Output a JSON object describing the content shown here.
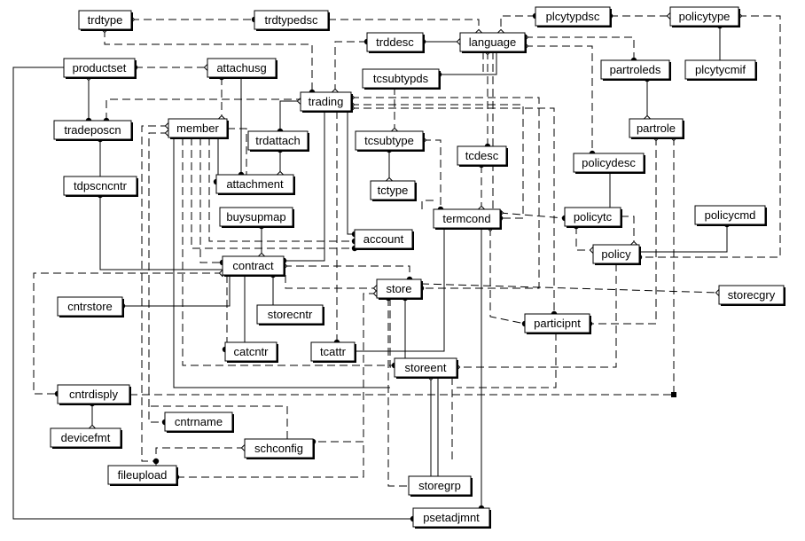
{
  "diagram": {
    "type": "entity-relationship",
    "entities": [
      {
        "id": "trdtype",
        "label": "trdtype"
      },
      {
        "id": "trdtypedsc",
        "label": "trdtypedsc"
      },
      {
        "id": "plcytypdsc",
        "label": "plcytypdsc"
      },
      {
        "id": "policytype",
        "label": "policytype"
      },
      {
        "id": "trddesc",
        "label": "trddesc"
      },
      {
        "id": "language",
        "label": "language"
      },
      {
        "id": "productset",
        "label": "productset"
      },
      {
        "id": "attachusg",
        "label": "attachusg"
      },
      {
        "id": "partroleds",
        "label": "partroleds"
      },
      {
        "id": "plcytycmif",
        "label": "plcytycmif"
      },
      {
        "id": "tcsubtypds",
        "label": "tcsubtypds"
      },
      {
        "id": "trading",
        "label": "trading"
      },
      {
        "id": "tradeposcn",
        "label": "tradeposcn"
      },
      {
        "id": "member",
        "label": "member"
      },
      {
        "id": "partrole",
        "label": "partrole"
      },
      {
        "id": "trdattach",
        "label": "trdattach"
      },
      {
        "id": "tcsubtype",
        "label": "tcsubtype"
      },
      {
        "id": "tcdesc",
        "label": "tcdesc"
      },
      {
        "id": "policydesc",
        "label": "policydesc"
      },
      {
        "id": "tdpscncntr",
        "label": "tdpscncntr"
      },
      {
        "id": "attachment",
        "label": "attachment"
      },
      {
        "id": "tctype",
        "label": "tctype"
      },
      {
        "id": "buysupmap",
        "label": "buysupmap"
      },
      {
        "id": "termcond",
        "label": "termcond"
      },
      {
        "id": "policytc",
        "label": "policytc"
      },
      {
        "id": "policycmd",
        "label": "policycmd"
      },
      {
        "id": "account",
        "label": "account"
      },
      {
        "id": "policy",
        "label": "policy"
      },
      {
        "id": "contract",
        "label": "contract"
      },
      {
        "id": "store",
        "label": "store"
      },
      {
        "id": "storecgry",
        "label": "storecgry"
      },
      {
        "id": "cntrstore",
        "label": "cntrstore"
      },
      {
        "id": "storecntr",
        "label": "storecntr"
      },
      {
        "id": "participnt",
        "label": "participnt"
      },
      {
        "id": "catcntr",
        "label": "catcntr"
      },
      {
        "id": "tcattr",
        "label": "tcattr"
      },
      {
        "id": "storeent",
        "label": "storeent"
      },
      {
        "id": "cntrdisply",
        "label": "cntrdisply"
      },
      {
        "id": "devicefmt",
        "label": "devicefmt"
      },
      {
        "id": "cntrname",
        "label": "cntrname"
      },
      {
        "id": "schconfig",
        "label": "schconfig"
      },
      {
        "id": "fileupload",
        "label": "fileupload"
      },
      {
        "id": "storegrp",
        "label": "storegrp"
      },
      {
        "id": "psetadjmnt",
        "label": "psetadjmnt"
      }
    ]
  }
}
